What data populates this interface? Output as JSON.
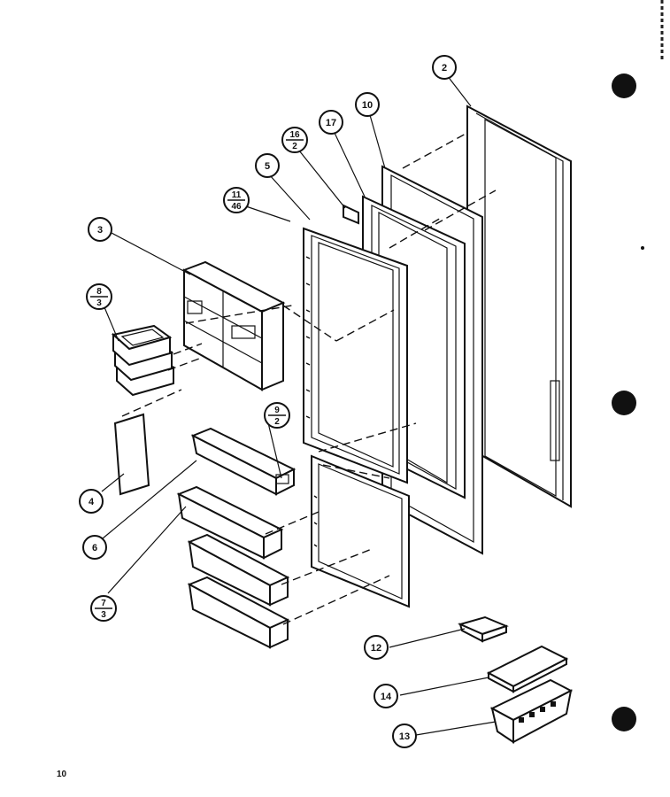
{
  "diagram": {
    "page_number": "10",
    "callouts": [
      {
        "id": "c2",
        "text": "2"
      },
      {
        "id": "c10",
        "text": "10"
      },
      {
        "id": "c17",
        "text": "17"
      },
      {
        "id": "c16",
        "num": "16",
        "den": "2"
      },
      {
        "id": "c5",
        "text": "5"
      },
      {
        "id": "c11",
        "num": "11",
        "den": "46"
      },
      {
        "id": "c3",
        "text": "3"
      },
      {
        "id": "c8",
        "num": "8",
        "den": "3"
      },
      {
        "id": "c9",
        "num": "9",
        "den": "2"
      },
      {
        "id": "c4",
        "text": "4"
      },
      {
        "id": "c6",
        "text": "6"
      },
      {
        "id": "c7",
        "num": "7",
        "den": "3"
      },
      {
        "id": "c12",
        "text": "12"
      },
      {
        "id": "c14",
        "text": "14"
      },
      {
        "id": "c13",
        "text": "13"
      }
    ]
  }
}
